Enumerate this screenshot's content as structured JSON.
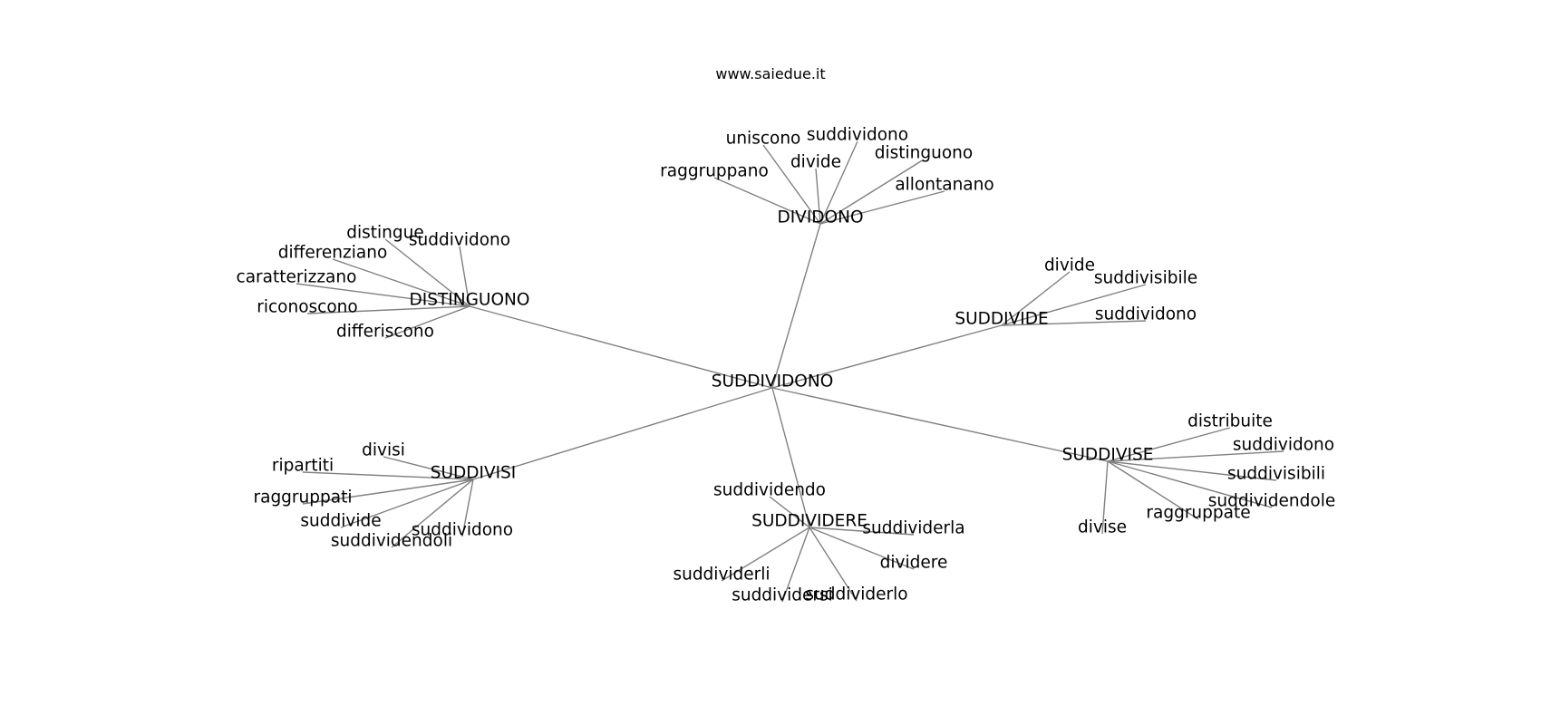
{
  "watermark": "www.saiedue.it",
  "nodes": [
    {
      "id": "suddividono_root",
      "label": "SUDDIVIDONO"
    },
    {
      "id": "dividono",
      "label": "DIVIDONO"
    },
    {
      "id": "distinguono",
      "label": "DISTINGUONO"
    },
    {
      "id": "suddivide",
      "label": "SUDDIVIDE"
    },
    {
      "id": "suddivisi",
      "label": "SUDDIVISI"
    },
    {
      "id": "suddividere",
      "label": "SUDDIVIDERE"
    },
    {
      "id": "suddivise",
      "label": "SUDDIVISE"
    },
    {
      "id": "d_raggruppano",
      "label": "raggruppano"
    },
    {
      "id": "d_uniscono",
      "label": "uniscono"
    },
    {
      "id": "d_divide",
      "label": "divide"
    },
    {
      "id": "d_suddividono",
      "label": "suddividono"
    },
    {
      "id": "d_distinguono",
      "label": "distinguono"
    },
    {
      "id": "d_allontanano",
      "label": "allontanano"
    },
    {
      "id": "g_distingue",
      "label": "distingue"
    },
    {
      "id": "g_suddividono",
      "label": "suddividono"
    },
    {
      "id": "g_differenziano",
      "label": "differenziano"
    },
    {
      "id": "g_caratterizzano",
      "label": "caratterizzano"
    },
    {
      "id": "g_riconoscono",
      "label": "riconoscono"
    },
    {
      "id": "g_differiscono",
      "label": "differiscono"
    },
    {
      "id": "s_divide",
      "label": "divide"
    },
    {
      "id": "s_suddivisibile",
      "label": "suddivisibile"
    },
    {
      "id": "s_suddividono",
      "label": "suddividono"
    },
    {
      "id": "i_divisi",
      "label": "divisi"
    },
    {
      "id": "i_ripartiti",
      "label": "ripartiti"
    },
    {
      "id": "i_raggruppati",
      "label": "raggruppati"
    },
    {
      "id": "i_suddivide",
      "label": "suddivide"
    },
    {
      "id": "i_suddividendoli",
      "label": "suddividendoli"
    },
    {
      "id": "i_suddividono",
      "label": "suddividono"
    },
    {
      "id": "r_suddividendo",
      "label": "suddividendo"
    },
    {
      "id": "r_suddividerla",
      "label": "suddividerla"
    },
    {
      "id": "r_dividere",
      "label": "dividere"
    },
    {
      "id": "r_suddividerli",
      "label": "suddividerli"
    },
    {
      "id": "r_suddividersi",
      "label": "suddividersi"
    },
    {
      "id": "r_suddividerlo",
      "label": "suddividerlo"
    },
    {
      "id": "e_distribuite",
      "label": "distribuite"
    },
    {
      "id": "e_suddividono",
      "label": "suddividono"
    },
    {
      "id": "e_suddivisibili",
      "label": "suddivisibili"
    },
    {
      "id": "e_suddividendole",
      "label": "suddividendole"
    },
    {
      "id": "e_raggruppate",
      "label": "raggruppate"
    },
    {
      "id": "e_divise",
      "label": "divise"
    }
  ],
  "edges": [
    [
      "suddividono_root",
      "dividono"
    ],
    [
      "suddividono_root",
      "distinguono"
    ],
    [
      "suddividono_root",
      "suddivide"
    ],
    [
      "suddividono_root",
      "suddivisi"
    ],
    [
      "suddividono_root",
      "suddividere"
    ],
    [
      "suddividono_root",
      "suddivise"
    ],
    [
      "dividono",
      "d_raggruppano"
    ],
    [
      "dividono",
      "d_uniscono"
    ],
    [
      "dividono",
      "d_divide"
    ],
    [
      "dividono",
      "d_suddividono"
    ],
    [
      "dividono",
      "d_distinguono"
    ],
    [
      "dividono",
      "d_allontanano"
    ],
    [
      "distinguono",
      "g_distingue"
    ],
    [
      "distinguono",
      "g_suddividono"
    ],
    [
      "distinguono",
      "g_differenziano"
    ],
    [
      "distinguono",
      "g_caratterizzano"
    ],
    [
      "distinguono",
      "g_riconoscono"
    ],
    [
      "distinguono",
      "g_differiscono"
    ],
    [
      "suddivide",
      "s_divide"
    ],
    [
      "suddivide",
      "s_suddivisibile"
    ],
    [
      "suddivide",
      "s_suddividono"
    ],
    [
      "suddivisi",
      "i_divisi"
    ],
    [
      "suddivisi",
      "i_ripartiti"
    ],
    [
      "suddivisi",
      "i_raggruppati"
    ],
    [
      "suddivisi",
      "i_suddivide"
    ],
    [
      "suddivisi",
      "i_suddividendoli"
    ],
    [
      "suddivisi",
      "i_suddividono"
    ],
    [
      "suddividere",
      "r_suddividendo"
    ],
    [
      "suddividere",
      "r_suddividerla"
    ],
    [
      "suddividere",
      "r_dividere"
    ],
    [
      "suddividere",
      "r_suddividerli"
    ],
    [
      "suddividere",
      "r_suddividersi"
    ],
    [
      "suddividere",
      "r_suddividerlo"
    ],
    [
      "suddivise",
      "e_distribuite"
    ],
    [
      "suddivise",
      "e_suddividono"
    ],
    [
      "suddivise",
      "e_suddivisibili"
    ],
    [
      "suddivise",
      "e_suddividendole"
    ],
    [
      "suddivise",
      "e_raggruppate"
    ],
    [
      "suddivise",
      "e_divise"
    ]
  ]
}
